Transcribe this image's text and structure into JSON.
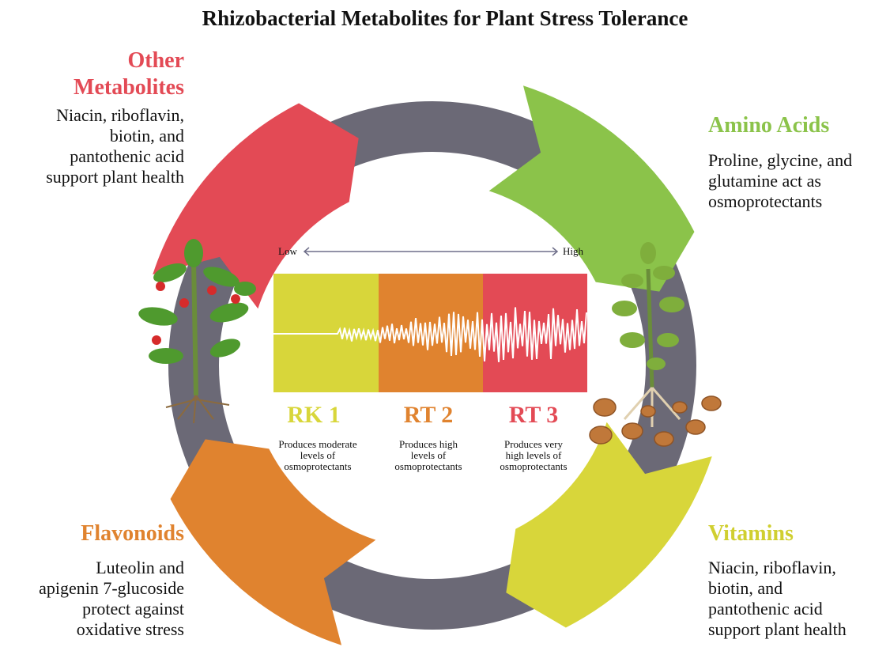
{
  "title": "Rhizobacterial Metabolites for Plant Stress Tolerance",
  "colors": {
    "red": "#e34a55",
    "green": "#8bc34a",
    "yellow": "#d8d63a",
    "orange": "#e0832f",
    "ring": "#6b6976"
  },
  "sections": {
    "other": {
      "heading": "Other Metabolites",
      "heading_line1": "Other",
      "heading_line2": "Metabolites",
      "text_lines": [
        "Niacin, riboflavin,",
        "biotin, and",
        "pantothenic acid",
        "support plant health"
      ]
    },
    "amino": {
      "heading": "Amino Acids",
      "text_lines": [
        "Proline, glycine, and",
        "glutamine act as",
        "osmoprotectants"
      ]
    },
    "flavonoids": {
      "heading": "Flavonoids",
      "text_lines": [
        "Luteolin and",
        "apigenin 7-glucoside",
        "protect against",
        "oxidative stress"
      ]
    },
    "vitamins": {
      "heading": "Vitamins",
      "text_lines": [
        "Niacin, riboflavin,",
        "biotin, and",
        "pantothenic acid",
        "support plant health"
      ]
    }
  },
  "scale": {
    "low": "Low",
    "high": "High"
  },
  "levels": [
    {
      "label": "RK 1",
      "text_lines": [
        "Produces moderate",
        "levels of",
        "osmoprotectants"
      ]
    },
    {
      "label": "RT 2",
      "text_lines": [
        "Produces high",
        "levels of",
        "osmoprotectants"
      ]
    },
    {
      "label": "RT 3",
      "text_lines": [
        "Produces very",
        "high levels of",
        "osmoprotectants"
      ]
    }
  ]
}
